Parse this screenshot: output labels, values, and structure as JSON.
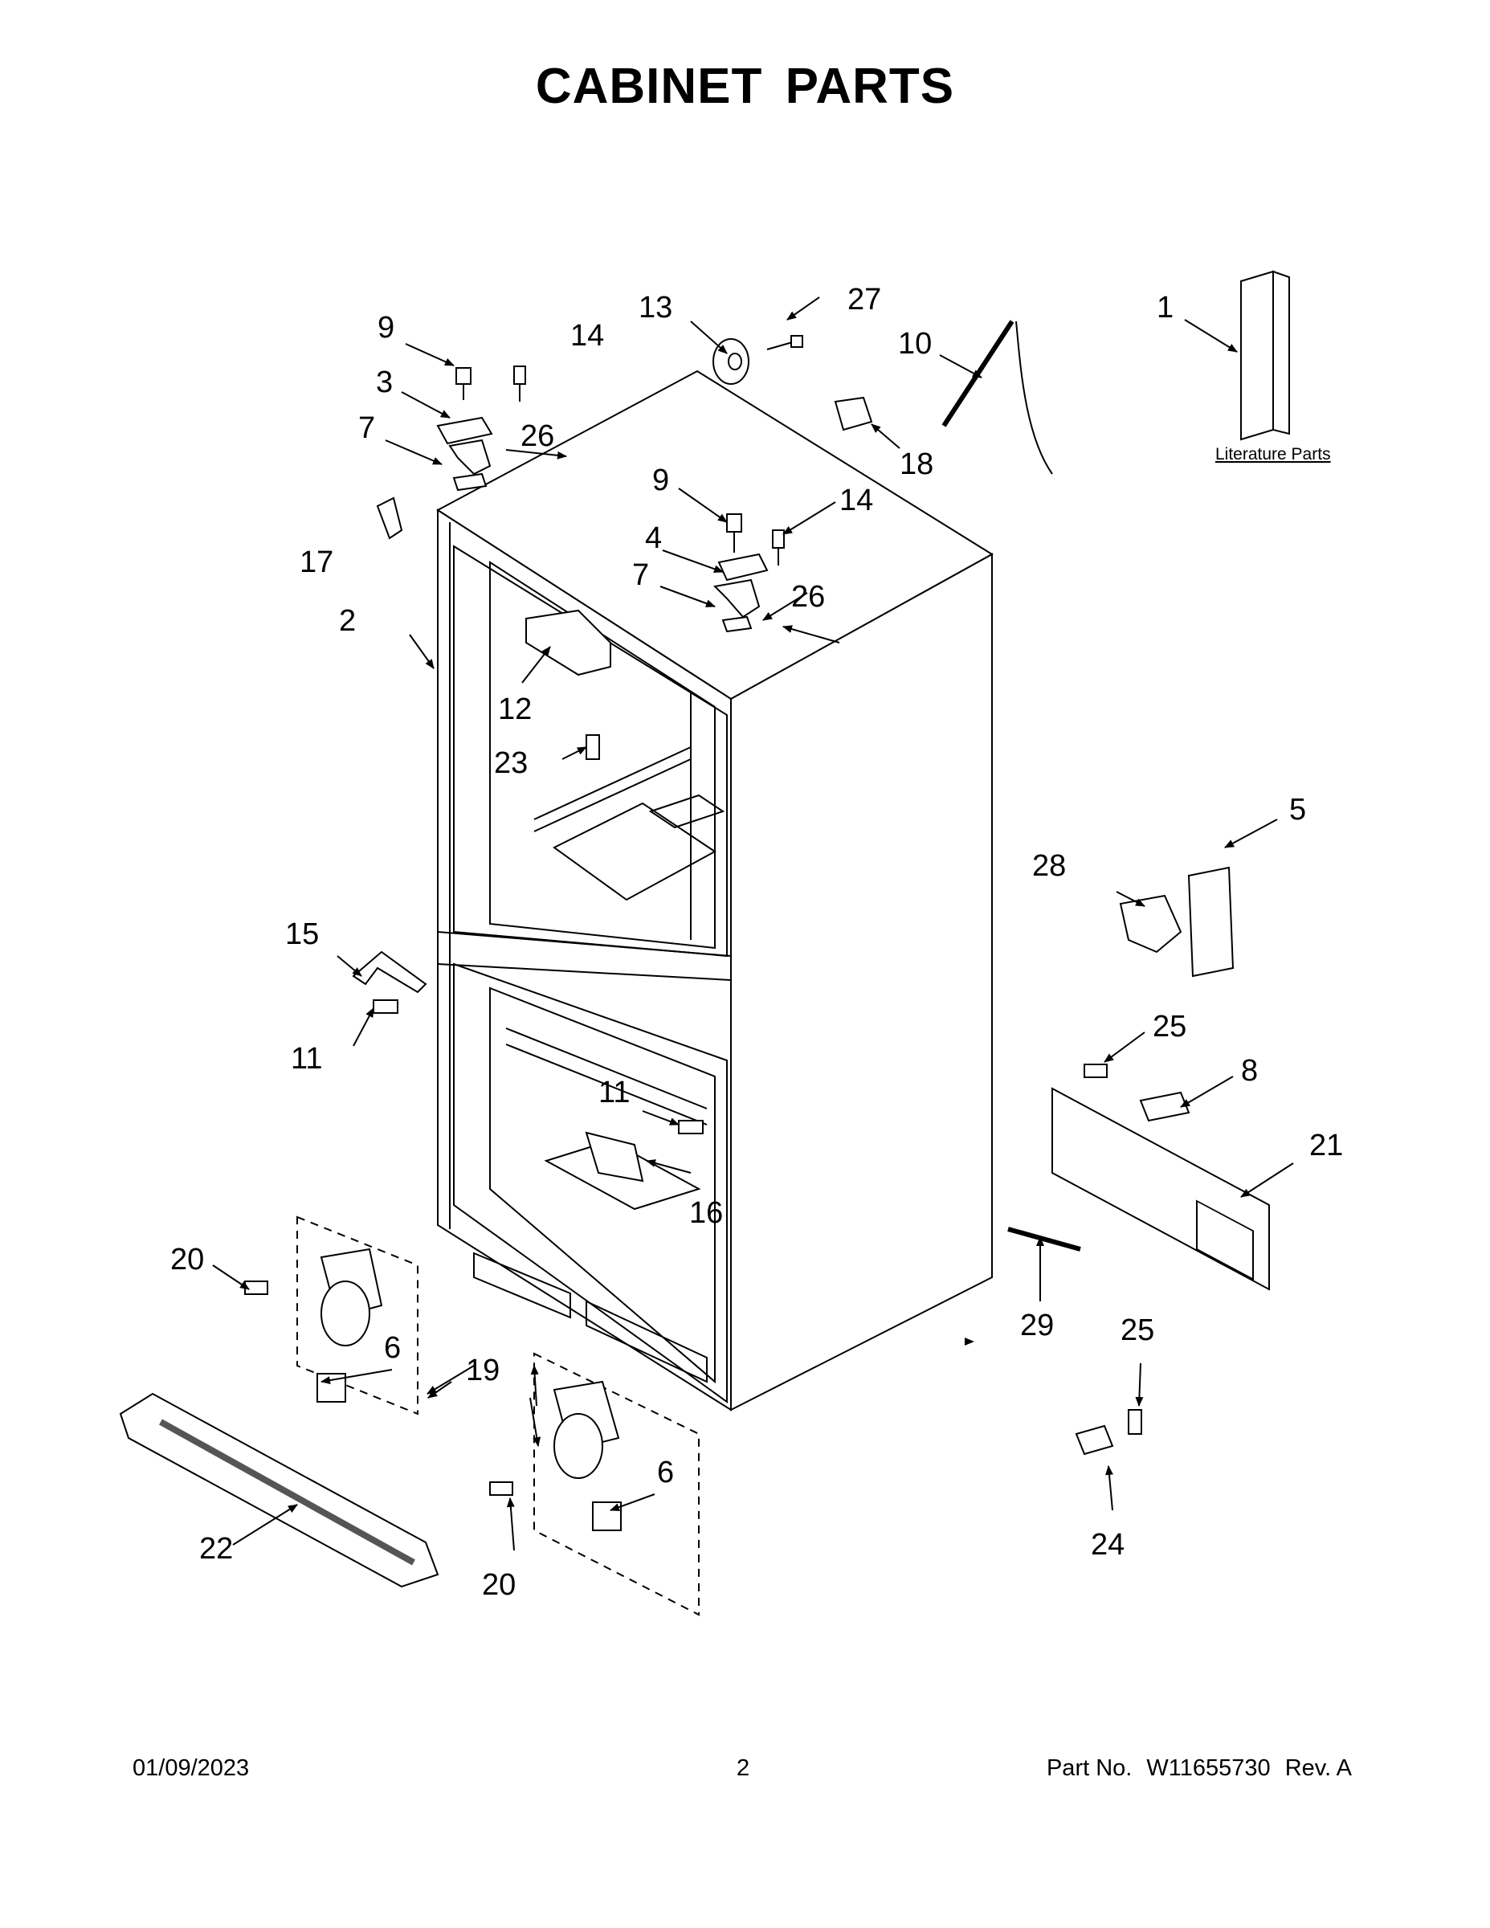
{
  "page": {
    "title": "CABINET PARTS"
  },
  "diagram": {
    "literature_label": "Literature Parts",
    "callouts": [
      "1",
      "2",
      "3",
      "4",
      "5",
      "6",
      "7",
      "8",
      "9",
      "10",
      "11",
      "12",
      "13",
      "14",
      "15",
      "16",
      "17",
      "18",
      "19",
      "20",
      "21",
      "22",
      "23",
      "24",
      "25",
      "26",
      "27",
      "28",
      "29"
    ]
  },
  "footer": {
    "date": "01/09/2023",
    "page_number": "2",
    "part_label": "Part No.",
    "part_number": "W11655730",
    "revision": "Rev. A"
  }
}
